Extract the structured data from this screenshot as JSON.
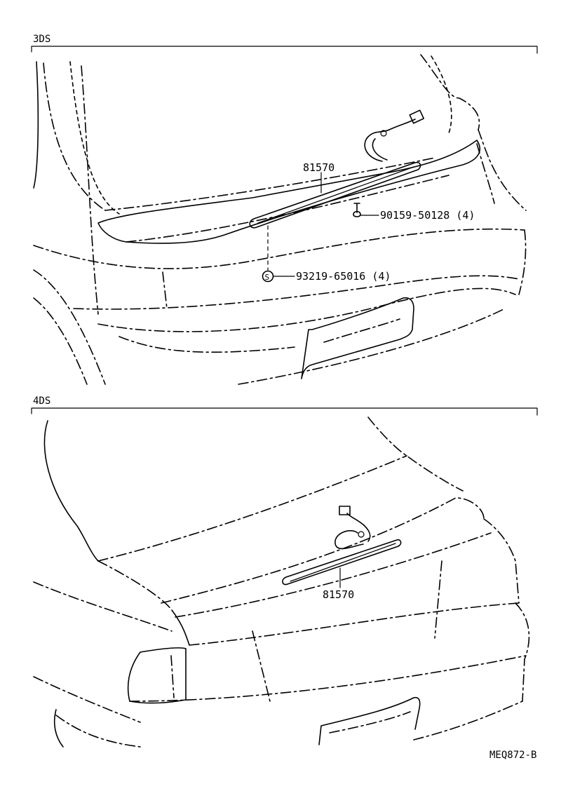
{
  "sections": {
    "top": {
      "label": "3DS"
    },
    "bottom": {
      "label": "4DS"
    }
  },
  "callouts": {
    "lamp_top": "81570",
    "screw": "90159-50128 (4)",
    "nut": "93219-65016 (4)",
    "nut_symbol": "S",
    "lamp_bottom": "81570"
  },
  "drawing_code": "MEQ872-B"
}
